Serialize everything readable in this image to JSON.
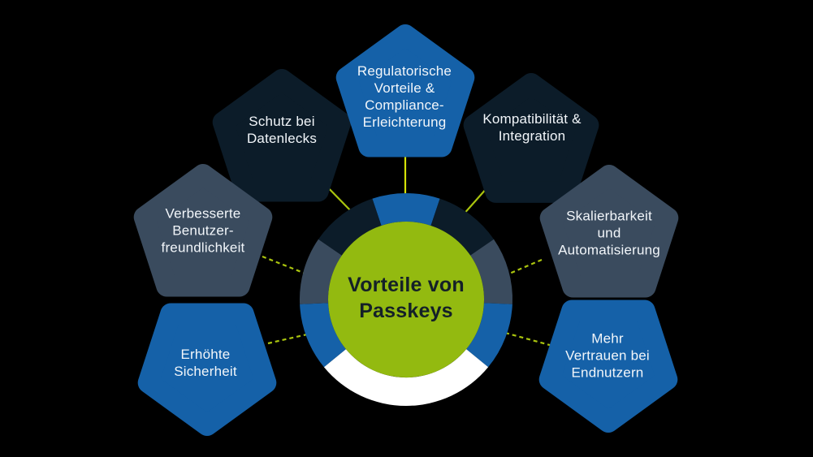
{
  "diagram": {
    "center": {
      "label": "Vorteile von\nPasskeys"
    },
    "palette": {
      "background": "#000000",
      "blue": "#1561a8",
      "navy": "#0c1c29",
      "slate": "#3a4b5e",
      "green": "#93ba10",
      "ring_white": "#ffffff",
      "connector": "#aac40e",
      "connector_bright": "#d4e207",
      "text_light": "#f2f6fa",
      "text_dark": "#142028"
    },
    "nodes": [
      {
        "id": "schutz-bei-datenlecks",
        "label": "Schutz bei\nDatenlecks",
        "color": "navy"
      },
      {
        "id": "regulatorische-vorteile-compliance",
        "label": "Regulatorische\nVorteile &\nCompliance-\nErleichterung",
        "color": "blue"
      },
      {
        "id": "kompatibilitaet-integration",
        "label": "Kompatibilität &\nIntegration",
        "color": "navy"
      },
      {
        "id": "verbesserte-benutzerfreundlichkeit",
        "label": "Verbesserte\nBenutzer-\nfreundlichkeit",
        "color": "slate"
      },
      {
        "id": "skalierbarkeit-automatisierung",
        "label": "Skalierbarkeit\nund\nAutomatisierung",
        "color": "slate"
      },
      {
        "id": "erhoehte-sicherheit",
        "label": "Erhöhte\nSicherheit",
        "color": "blue"
      },
      {
        "id": "mehr-vertrauen-endnutzern",
        "label": "Mehr\nVertrauen bei\nEndnutzern",
        "color": "blue"
      }
    ]
  }
}
